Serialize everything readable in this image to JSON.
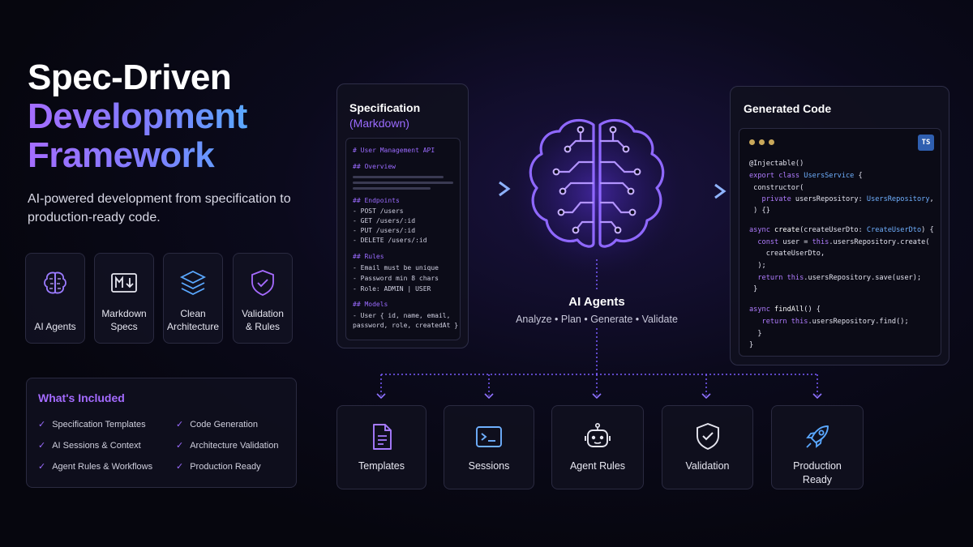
{
  "hero": {
    "title_line1": "Spec-Driven",
    "title_line2": "Development",
    "title_line3": "Framework",
    "subtitle": "AI-powered development from specification to production-ready code."
  },
  "features": [
    {
      "label": "AI Agents",
      "icon": "brain-icon"
    },
    {
      "label": "Markdown\nSpecs",
      "icon": "markdown-icon"
    },
    {
      "label": "Clean\nArchitecture",
      "icon": "layers-icon"
    },
    {
      "label": "Validation\n& Rules",
      "icon": "shield-check-icon"
    }
  ],
  "included": {
    "title": "What's Included",
    "items": [
      "Specification Templates",
      "Code Generation",
      "AI Sessions & Context",
      "Architecture Validation",
      "Agent Rules & Workflows",
      "Production Ready"
    ]
  },
  "spec_panel": {
    "title": "Specification",
    "subtitle": "(Markdown)",
    "lines": [
      "# User Management API",
      "## Overview",
      "## Endpoints",
      "- POST /users",
      "- GET /users/:id",
      "- PUT /users/:id",
      "- DELETE /users/:id",
      "## Rules",
      "- Email must be unique",
      "- Password min 8 chars",
      "- Role: ADMIN | USER",
      "## Models",
      "- User { id, name, email,",
      "  password, role, createdAt }"
    ]
  },
  "center": {
    "title": "AI Agents",
    "subtitle": "Analyze • Plan • Generate • Validate"
  },
  "code_panel": {
    "title": "Generated Code",
    "badge": "TS",
    "lines": {
      "l1": "@Injectable()",
      "l2a": "export class ",
      "l2b": "UsersService",
      "l2c": " {",
      "l3": " constructor(",
      "l4a": "   private ",
      "l4b": "usersRepository",
      "l4c": ": ",
      "l4d": "UsersRepository",
      "l4e": ",",
      "l5": " ) {}",
      "l6a": "async ",
      "l6b": "create",
      "l6c": "(createUserDto: ",
      "l6d": "CreateUserDto",
      "l6e": ") {",
      "l7a": "  const ",
      "l7b": "user = ",
      "l7c": "this",
      "l7d": ".usersRepository.create(",
      "l8": "    createUserDto,",
      "l9": "  );",
      "l10a": "  return ",
      "l10b": "this",
      "l10c": ".usersRepository.save(user);",
      "l11": " }",
      "l12a": "async ",
      "l12b": "findAll",
      "l12c": "() {",
      "l13a": "   return ",
      "l13b": "this",
      "l13c": ".usersRepository.find();",
      "l14": "  }",
      "l15": "}"
    }
  },
  "outputs": [
    {
      "label": "Templates",
      "icon": "document-icon"
    },
    {
      "label": "Sessions",
      "icon": "terminal-icon"
    },
    {
      "label": "Agent Rules",
      "icon": "robot-icon"
    },
    {
      "label": "Validation",
      "icon": "shield-check-icon"
    },
    {
      "label": "Production\nReady",
      "icon": "rocket-icon"
    }
  ],
  "colors": {
    "accent_purple": "#9b6bff",
    "accent_blue": "#5aa8ff",
    "background": "#06060e"
  }
}
